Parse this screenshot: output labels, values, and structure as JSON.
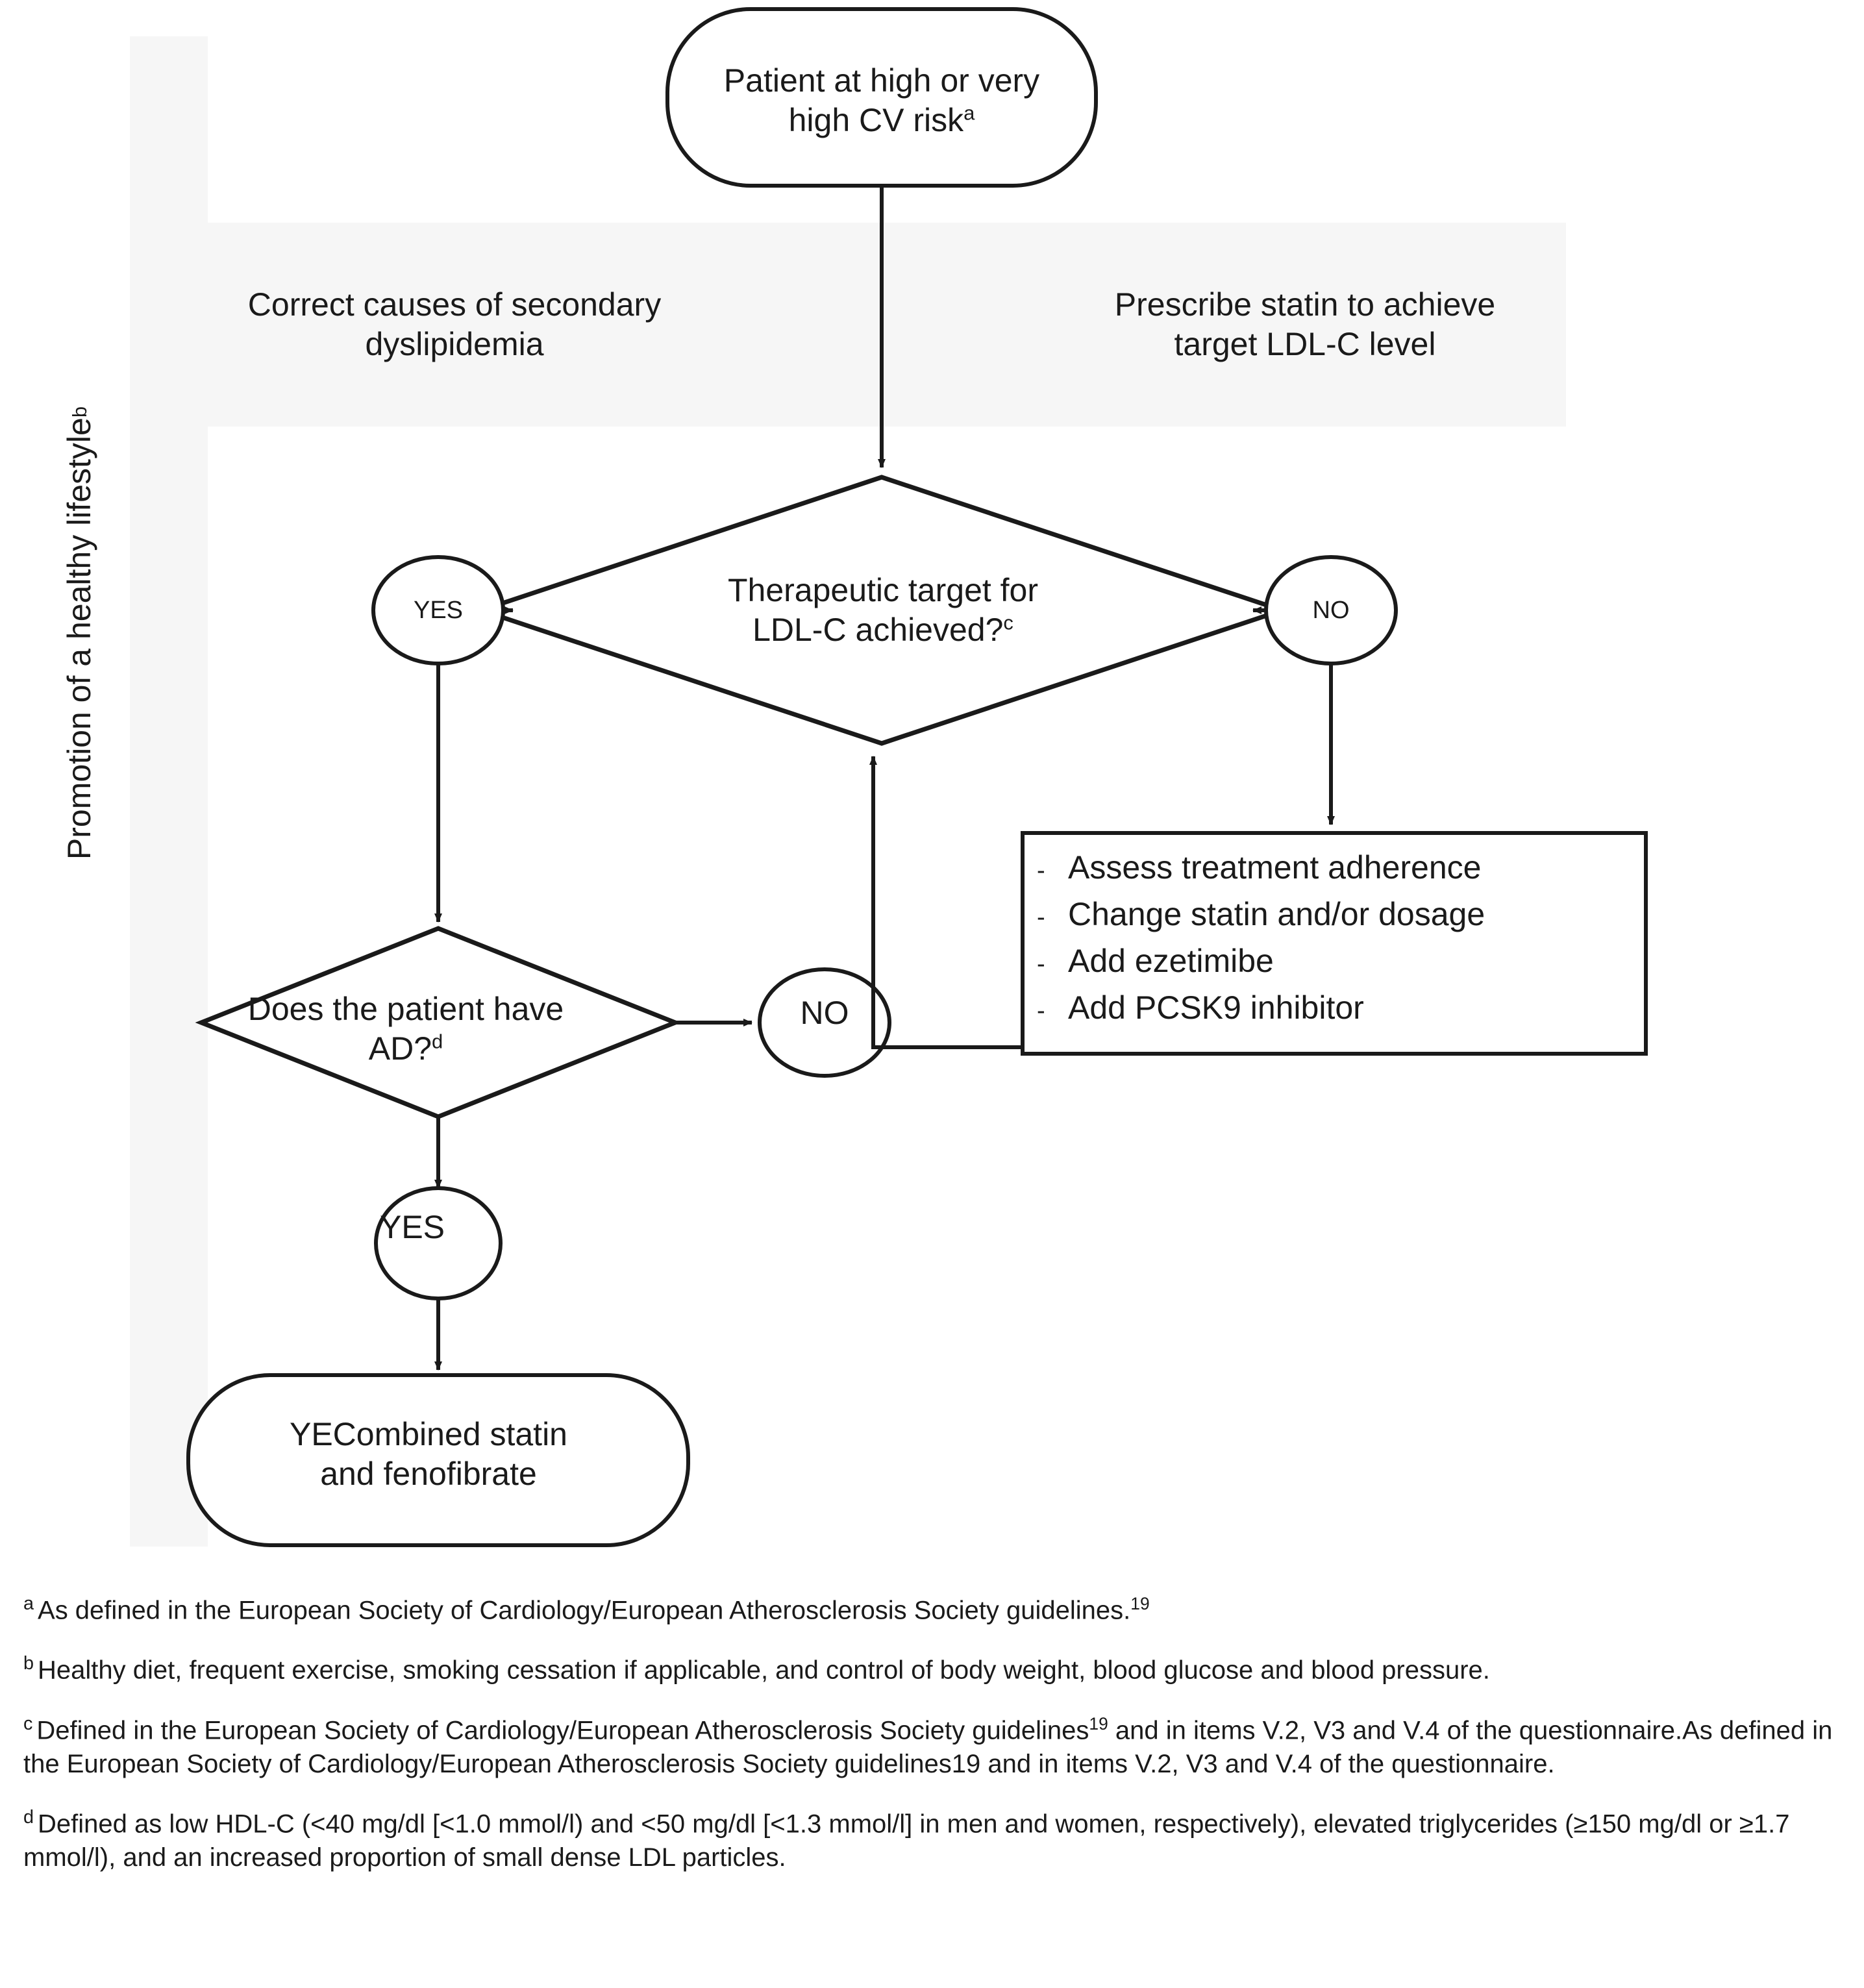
{
  "figure": {
    "type": "clinical-decision-flowchart",
    "colors": {
      "stroke": "#1a1a1a",
      "panel_grey": "#f6f6f6",
      "background": "#ffffff",
      "text": "#1a1a1a"
    }
  },
  "side_panel": {
    "label": "Promotion of a healthy lifestyle",
    "footnote_marker": "b"
  },
  "band": {
    "left_label": "Correct causes of secondary dyslipidemia",
    "left_label_line1": "Correct causes of secondary",
    "left_label_line2": "dyslipidemia",
    "right_label": "Prescribe statin to achieve target LDL-C level",
    "right_label_line1": "Prescribe statin to achieve",
    "right_label_line2": "target LDL-C level"
  },
  "nodes": {
    "start": {
      "shape": "rounded-rectangle",
      "line1": "Patient at high or very",
      "line2": "high CV risk",
      "footnote_marker": "a"
    },
    "decision_ldl": {
      "shape": "diamond",
      "line1": "Therapeutic target for",
      "line2": "LDL-C achieved?",
      "footnote_marker": "c"
    },
    "decision_ldl_yes": {
      "shape": "ellipse",
      "label": "YES"
    },
    "decision_ldl_no": {
      "shape": "ellipse",
      "label": "NO"
    },
    "decision_ad": {
      "shape": "diamond",
      "line1": "Does the patient have",
      "line2": "AD?",
      "footnote_marker": "d"
    },
    "decision_ad_no": {
      "shape": "ellipse",
      "label": "NO"
    },
    "decision_ad_yes": {
      "shape": "ellipse",
      "label": "YES"
    },
    "end": {
      "shape": "rounded-rectangle",
      "line1": "YECombined statin",
      "line2": "and fenofibrate"
    }
  },
  "treatment_box": {
    "shape": "rectangle",
    "bullet": "-",
    "items": [
      "Assess treatment adherence",
      "Change statin and/or dosage",
      "Add ezetimibe",
      "Add PCSK9 inhibitor"
    ]
  },
  "footnotes": [
    {
      "marker": "a",
      "text_before_ref": "As defined in the European Society of Cardiology/European Atherosclerosis Society guidelines.",
      "ref": "19",
      "text_after_ref": ""
    },
    {
      "marker": "b",
      "text_before_ref": "Healthy diet, frequent exercise, smoking cessation if applicable, and control of body weight, blood glucose and blood pressure.",
      "ref": "",
      "text_after_ref": ""
    },
    {
      "marker": "c",
      "text_before_ref": "Defined in the European Society of Cardiology/European Atherosclerosis Society guidelines",
      "ref": "19",
      "text_after_ref": " and in items V.2, V3 and V.4 of the questionnaire.As defined in the European Society of Cardiology/European Atherosclerosis Society guidelines19 and in items V.2, V3 and V.4 of the questionnaire."
    },
    {
      "marker": "d",
      "text_before_ref": "Defined as low HDL-C (<40 mg/dl [<1.0 mmol/l) and <50 mg/dl [<1.3 mmol/l] in men and women, respectively), elevated triglycerides (≥150 mg/dl or ≥1.7 mmol/l), and an increased proportion of small dense LDL particles.",
      "ref": "",
      "text_after_ref": ""
    }
  ]
}
